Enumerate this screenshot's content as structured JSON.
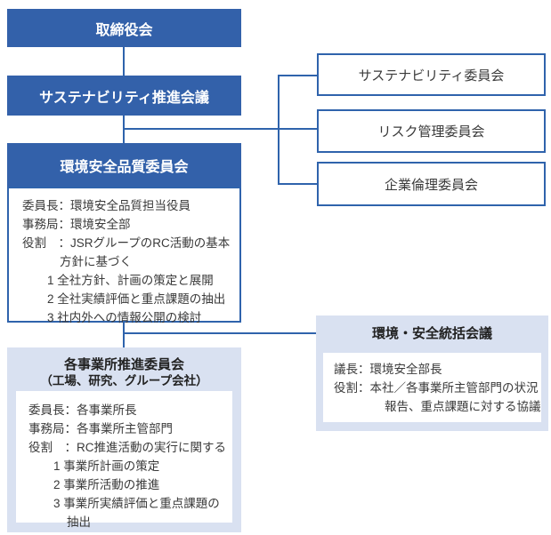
{
  "palette": {
    "primary_blue": "#3361aa",
    "line_blue": "#2f63ac",
    "light_blue_panel": "#d9e1f1",
    "text_dark": "#3a3a3a",
    "title_text_white": "#ffffff"
  },
  "org": {
    "board": {
      "title": "取締役会"
    },
    "sustainability_council": {
      "title": "サステナビリティ推進会議"
    },
    "side_committees": [
      {
        "title": "サステナビリティ委員会"
      },
      {
        "title": "リスク管理委員会"
      },
      {
        "title": "企業倫理委員会"
      }
    ],
    "esq_committee": {
      "title": "環境安全品質委員会",
      "lines": [
        {
          "text": "委員長：環境安全品質担当役員",
          "indent": 0
        },
        {
          "text": "事務局：環境安全部",
          "indent": 0
        },
        {
          "text": "役割　：JSRグループのRC活動の基本",
          "indent": 0
        },
        {
          "text": "方針に基づく",
          "indent": 2
        },
        {
          "text": "1 全社方針、計画の策定と展開",
          "indent": 1
        },
        {
          "text": "2 全社実績評価と重点課題の抽出",
          "indent": 1
        },
        {
          "text": "3 社内外への情報公開の検討",
          "indent": 1
        }
      ]
    },
    "site_committee": {
      "title": "各事業所推進委員会",
      "subtitle": "（工場、研究、グループ会社）",
      "lines": [
        {
          "text": "委員長：各事業所長",
          "indent": 0
        },
        {
          "text": "事務局：各事業所主管部門",
          "indent": 0
        },
        {
          "text": "役割　：RC推進活動の実行に関する",
          "indent": 0
        },
        {
          "text": "1 事業所計画の策定",
          "indent": 1
        },
        {
          "text": "2 事業所活動の推進",
          "indent": 1
        },
        {
          "text": "3 事業所実績評価と重点課題の",
          "indent": 1
        },
        {
          "text": "抽出",
          "indent": 3
        }
      ]
    },
    "env_safety_meeting": {
      "title": "環境・安全統括会議",
      "lines": [
        {
          "text": "議長：環境安全部長",
          "indent": 0
        },
        {
          "text": "役割：本社／各事業所主管部門の状況",
          "indent": 0
        },
        {
          "text": "報告、重点課題に対する協議",
          "indent": "m"
        }
      ]
    }
  }
}
